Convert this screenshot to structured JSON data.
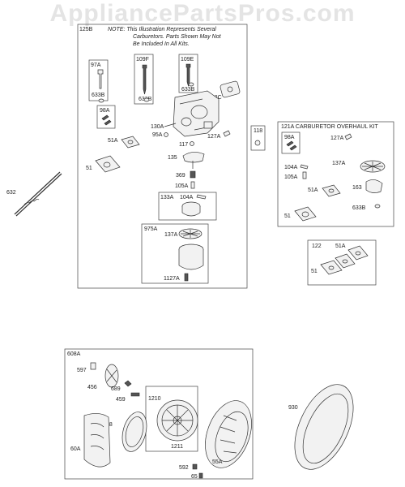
{
  "watermark": "AppliancePartsPros.com",
  "carb_box": {
    "id": "125B",
    "note_lines": [
      "NOTE: This Illustration Represents Several",
      "Carburetors. Parts Shown May Not",
      "Be Included In All Kits."
    ]
  },
  "overhaul_kit": {
    "id": "121A",
    "title": "CARBURETOR OVERHAUL KIT"
  },
  "starter_box": {
    "id": "608A"
  },
  "labels": {
    "97A": "97A",
    "633B": "633B",
    "109F": "109F",
    "109E": "109E",
    "108C": "108C",
    "98A": "98A",
    "130A": "130A",
    "95A": "95A",
    "117": "117",
    "127A": "127A",
    "51A": "51A",
    "51": "51",
    "135": "135",
    "369": "369",
    "105A": "105A",
    "133A": "133A",
    "104A": "104A",
    "975A": "975A",
    "137A": "137A",
    "1127A": "1127A",
    "632": "632",
    "118": "118",
    "105A_k": "105A",
    "137A_k": "137A",
    "163": "163",
    "122": "122",
    "597": "597",
    "456": "456",
    "689": "689",
    "459": "459",
    "1210": "1210",
    "58": "58",
    "60A": "60A",
    "1211": "1211",
    "592": "592",
    "65": "65",
    "55A": "55A",
    "930": "930"
  }
}
